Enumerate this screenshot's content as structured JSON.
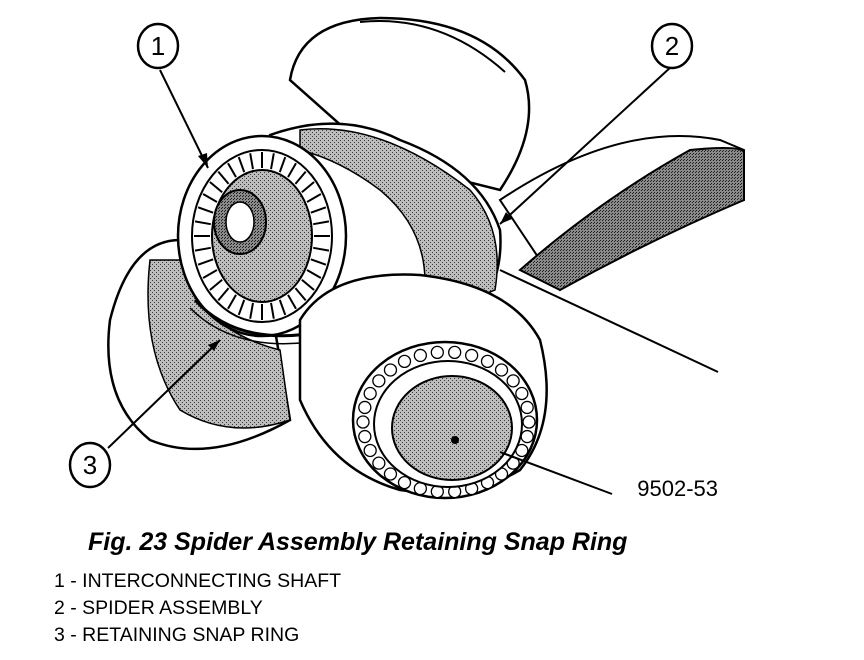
{
  "illustration": {
    "callouts": [
      "1",
      "2",
      "3"
    ],
    "figure_id": "9502-53"
  },
  "caption": "Fig. 23 Spider Assembly Retaining Snap Ring",
  "legend": [
    "1 - INTERCONNECTING SHAFT",
    "2 - SPIDER ASSEMBLY",
    "3 - RETAINING SNAP RING"
  ]
}
